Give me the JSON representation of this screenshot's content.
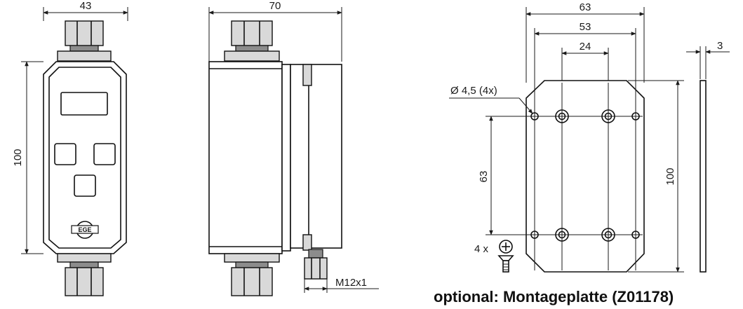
{
  "views": {
    "front": {
      "width_label": "43",
      "height_label": "100",
      "logo_text": "EGE"
    },
    "side": {
      "width_label": "70",
      "thread_label": "M12x1"
    },
    "plate": {
      "outer_width_label": "63",
      "mid_width_label": "53",
      "inner_width_label": "24",
      "thickness_label": "3",
      "hole_label": "Ø 4,5 (4x)",
      "hole_spacing_label": "63",
      "height_label": "100",
      "screw_count_label": "4 x",
      "caption": "optional: Montageplatte (Z01178)"
    }
  },
  "colors": {
    "line": "#111111",
    "body_fill": "#d9d9d9",
    "dark_fill": "#8c8c8c"
  },
  "icons": [
    "screw-icon",
    "ege-logo-icon"
  ]
}
